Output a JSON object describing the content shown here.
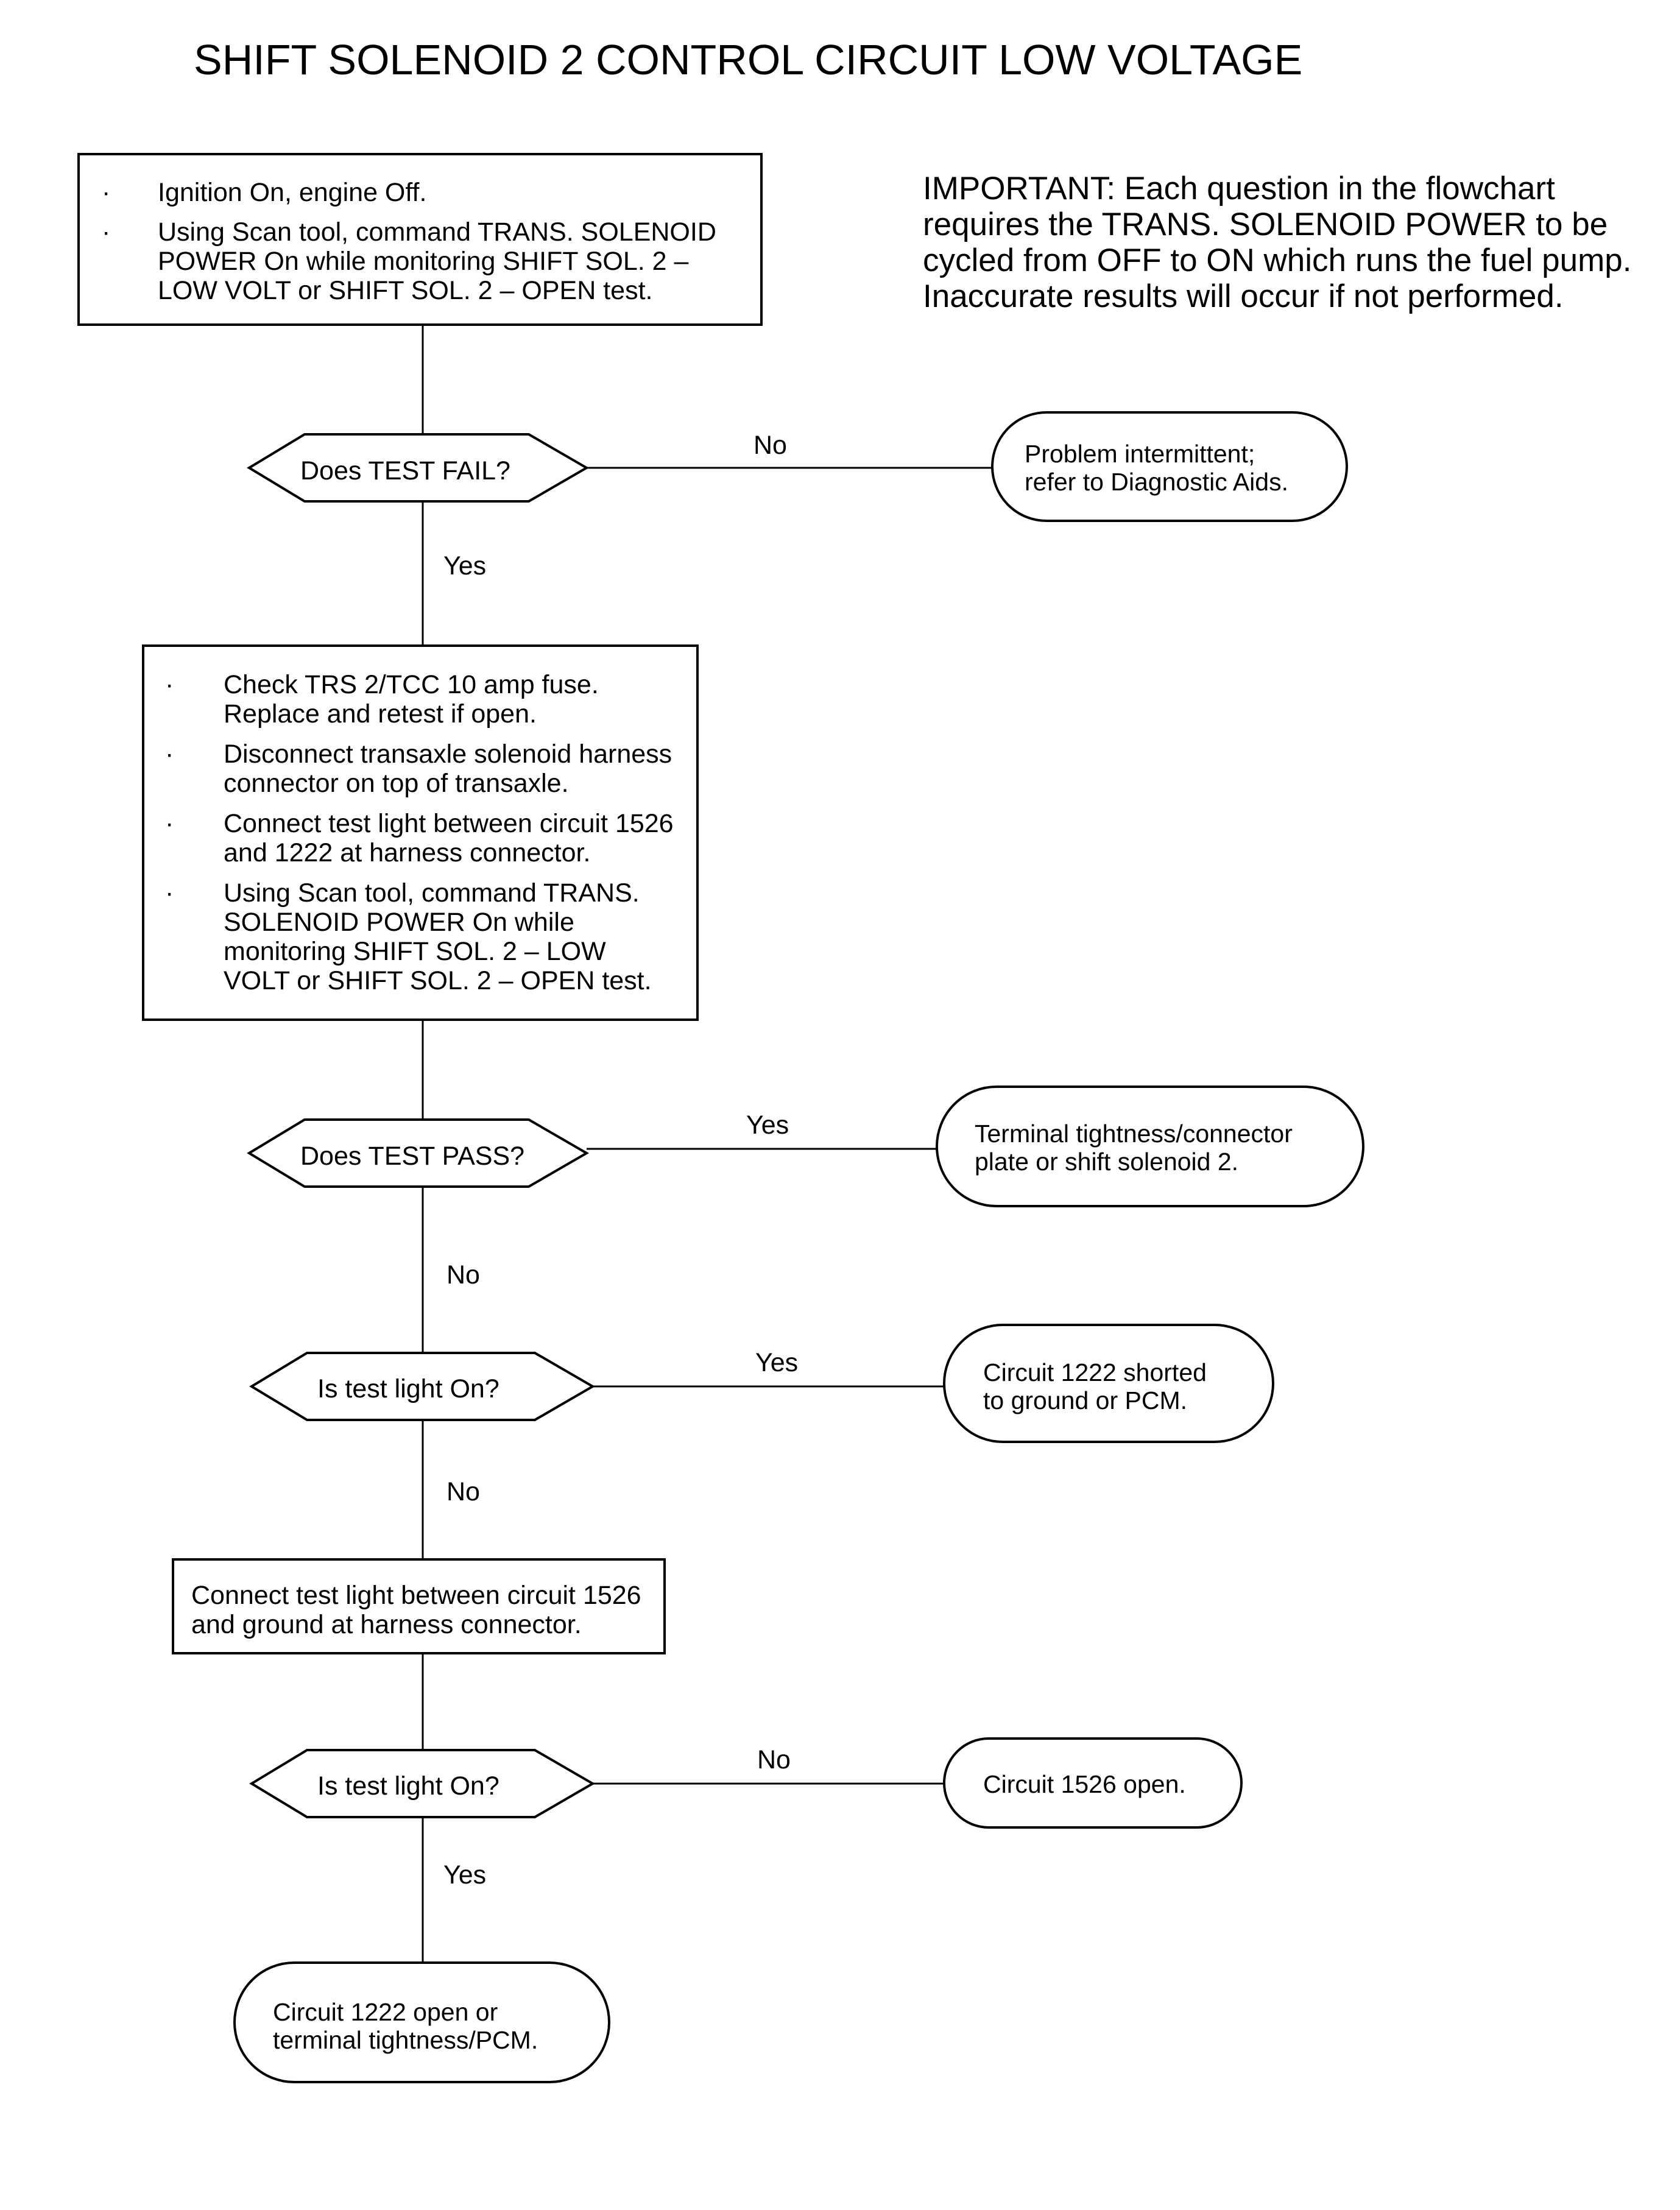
{
  "title": "SHIFT SOLENOID 2 CONTROL CIRCUIT LOW VOLTAGE",
  "important_note": {
    "lines": [
      "IMPORTANT:  Each question in the flowchart",
      "requires the TRANS. SOLENOID POWER to be",
      "cycled from OFF to ON which runs the fuel pump.",
      "Inaccurate results will occur if not performed."
    ]
  },
  "step1": {
    "bullet": "·",
    "items": [
      [
        "Ignition On, engine Off."
      ],
      [
        "Using Scan tool, command TRANS. SOLENOID",
        "POWER On while monitoring SHIFT SOL. 2 –",
        "LOW VOLT or SHIFT SOL. 2 – OPEN test."
      ]
    ]
  },
  "decision1": {
    "question": "Does TEST FAIL?",
    "no_label": "No",
    "yes_label": "Yes"
  },
  "result1": {
    "lines": [
      "Problem intermittent;",
      "refer to Diagnostic Aids."
    ]
  },
  "step2": {
    "bullet": "·",
    "items": [
      [
        "Check TRS 2/TCC 10 amp fuse.",
        "Replace and retest if open."
      ],
      [
        "Disconnect transaxle solenoid harness",
        "connector on top of transaxle."
      ],
      [
        "Connect test light between circuit 1526",
        "and 1222 at harness connector."
      ],
      [
        "Using Scan tool, command TRANS.",
        "SOLENOID POWER On while",
        "monitoring SHIFT SOL. 2 – LOW",
        "VOLT or SHIFT SOL. 2 – OPEN test."
      ]
    ]
  },
  "decision2": {
    "question": "Does TEST PASS?",
    "yes_label": "Yes",
    "no_label": "No"
  },
  "result2": {
    "lines": [
      "Terminal tightness/connector",
      "plate or shift solenoid 2."
    ]
  },
  "decision3": {
    "question": "Is test light On?",
    "yes_label": "Yes",
    "no_label": "No"
  },
  "result3": {
    "lines": [
      "Circuit 1222 shorted",
      "to ground or PCM."
    ]
  },
  "step3": {
    "lines": [
      "Connect test light between circuit 1526",
      "and ground at harness connector."
    ]
  },
  "decision4": {
    "question": "Is test light On?",
    "no_label": "No",
    "yes_label": "Yes"
  },
  "result4": {
    "lines": [
      "Circuit 1526 open."
    ]
  },
  "result5": {
    "lines": [
      "Circuit 1222 open or",
      "terminal tightness/PCM."
    ]
  }
}
